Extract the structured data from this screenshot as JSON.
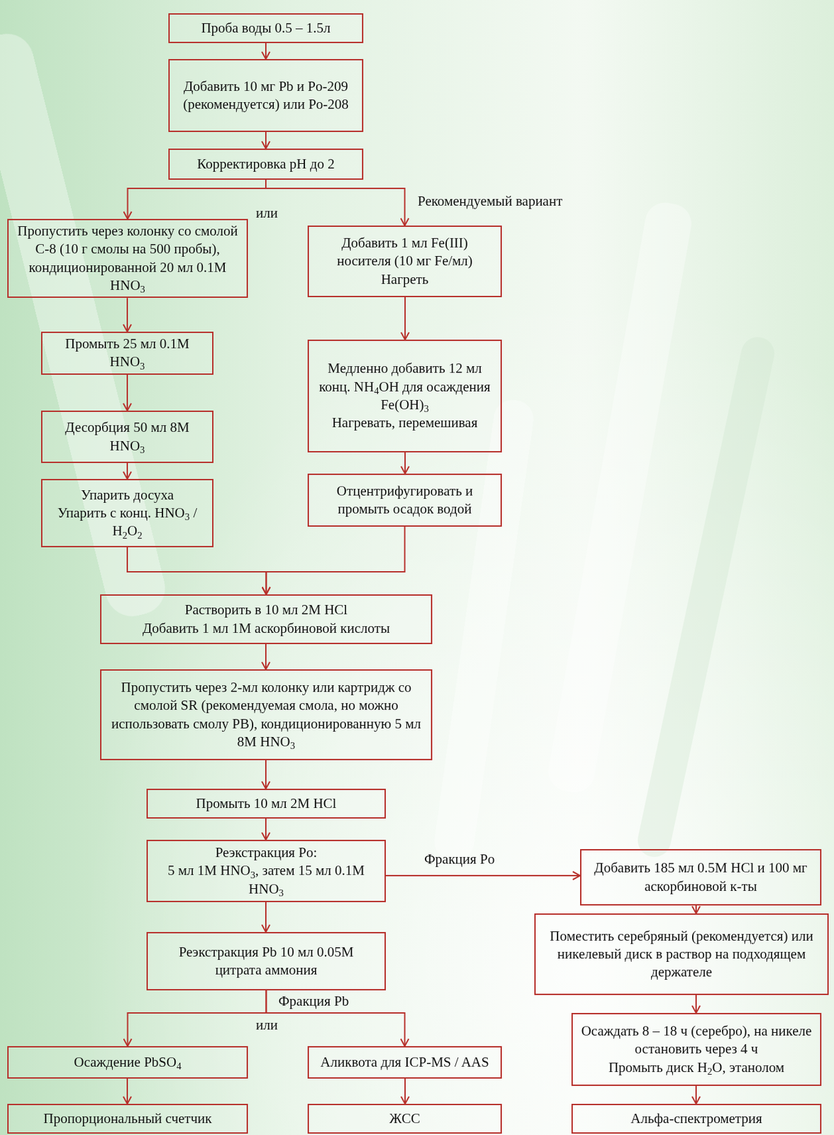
{
  "diagram": {
    "nodes": [
      {
        "text": [
          "Проба воды 0.5 – 1.5л"
        ]
      },
      {
        "text": [
          "Добавить 10 мг Pb и Po-209 (рекомендуется) или Po-208"
        ]
      },
      {
        "text": [
          "Корректировка pH до 2"
        ]
      },
      {
        "text": [
          "Пропустить через колонку со смолой C-8 (10 г смолы на 500 пробы), кондиционированной 20 мл 0.1M HNO3"
        ]
      },
      {
        "text": [
          "Добавить 1 мл Fe(III) носителя (10 мг Fe/мл)",
          "Нагреть"
        ]
      },
      {
        "text": [
          "Промыть 25 мл 0.1M HNO3"
        ]
      },
      {
        "text": [
          "Медленно добавить 12 мл конц. NH4OH для осаждения Fe(OH)3",
          "Нагревать, перемешивая"
        ]
      },
      {
        "text": [
          "Десорбция 50 мл 8M HNO3"
        ]
      },
      {
        "text": [
          "Упарить досуха",
          "Упарить с конц. HNO3 / H2O2"
        ]
      },
      {
        "text": [
          "Отцентрифугировать и промыть осадок водой"
        ]
      },
      {
        "text": [
          "Растворить в 10 мл 2M HCl",
          "Добавить 1 мл 1M аскорбиновой кислоты"
        ]
      },
      {
        "text": [
          "Пропустить через 2-мл колонку или картридж со смолой SR (рекомендуемая смола, но можно использовать смолу PB), кондиционированную 5 мл 8M HNO3"
        ]
      },
      {
        "text": [
          "Промыть 10 мл 2M HCl"
        ]
      },
      {
        "text": [
          "Реэкстракция Po:",
          "5 мл 1M HNO3, затем 15 мл 0.1M HNO3"
        ]
      },
      {
        "text": [
          "Добавить 185 мл 0.5M HCl и 100 мг аскорбиновой к-ты"
        ]
      },
      {
        "text": [
          "Реэкстракция Pb 10 мл 0.05M цитрата аммония"
        ]
      },
      {
        "text": [
          "Поместить серебряный (рекомендуется) или никелевый диск в раствор на подходящем держателе"
        ]
      },
      {
        "text": [
          "Осаждать 8 – 18 ч (серебро), на никеле остановить через 4 ч",
          "Промыть диск H2O, этанолом"
        ]
      },
      {
        "text": [
          "Осаждение PbSO4"
        ]
      },
      {
        "text": [
          "Аликвота для ICP-MS / AAS"
        ]
      },
      {
        "text": [
          "Пропорциональный счетчик"
        ]
      },
      {
        "text": [
          "ЖСС"
        ]
      },
      {
        "text": [
          "Альфа-спектрометрия"
        ]
      }
    ],
    "edges": [
      {
        "from": 0,
        "to": 1,
        "arrow": "to"
      },
      {
        "from": 1,
        "to": 2,
        "arrow": "to"
      },
      {
        "from": 2,
        "to": 3,
        "label": "или",
        "arrow": "to"
      },
      {
        "from": 2,
        "to": 4,
        "label": "Рекомендуемый вариант",
        "arrow": "to"
      },
      {
        "from": 3,
        "to": 5,
        "arrow": "to"
      },
      {
        "from": 5,
        "to": 7,
        "arrow": "to"
      },
      {
        "from": 7,
        "to": 8,
        "arrow": "to"
      },
      {
        "from": 4,
        "to": 6,
        "arrow": "to"
      },
      {
        "from": 6,
        "to": 9,
        "arrow": "to"
      },
      {
        "from": 8,
        "to": 10,
        "arrow": "to"
      },
      {
        "from": 9,
        "to": 10,
        "arrow": "to"
      },
      {
        "from": 10,
        "to": 11,
        "arrow": "to"
      },
      {
        "from": 11,
        "to": 12,
        "arrow": "to"
      },
      {
        "from": 12,
        "to": 13,
        "arrow": "to"
      },
      {
        "from": 13,
        "to": 14,
        "label": "Фракция Po",
        "arrow": "to"
      },
      {
        "from": 13,
        "to": 15,
        "arrow": "to"
      },
      {
        "from": 14,
        "to": 16,
        "arrow": "to"
      },
      {
        "from": 16,
        "to": 17,
        "arrow": "to"
      },
      {
        "from": 17,
        "to": 22,
        "arrow": "to"
      },
      {
        "from": 15,
        "to": 18,
        "label": "Фракция Pb",
        "arrow": "to"
      },
      {
        "from": 15,
        "to": 19,
        "label": "или",
        "arrow": "to"
      },
      {
        "from": 18,
        "to": 20,
        "arrow": "to"
      },
      {
        "from": 19,
        "to": 21,
        "arrow": "to"
      }
    ]
  }
}
